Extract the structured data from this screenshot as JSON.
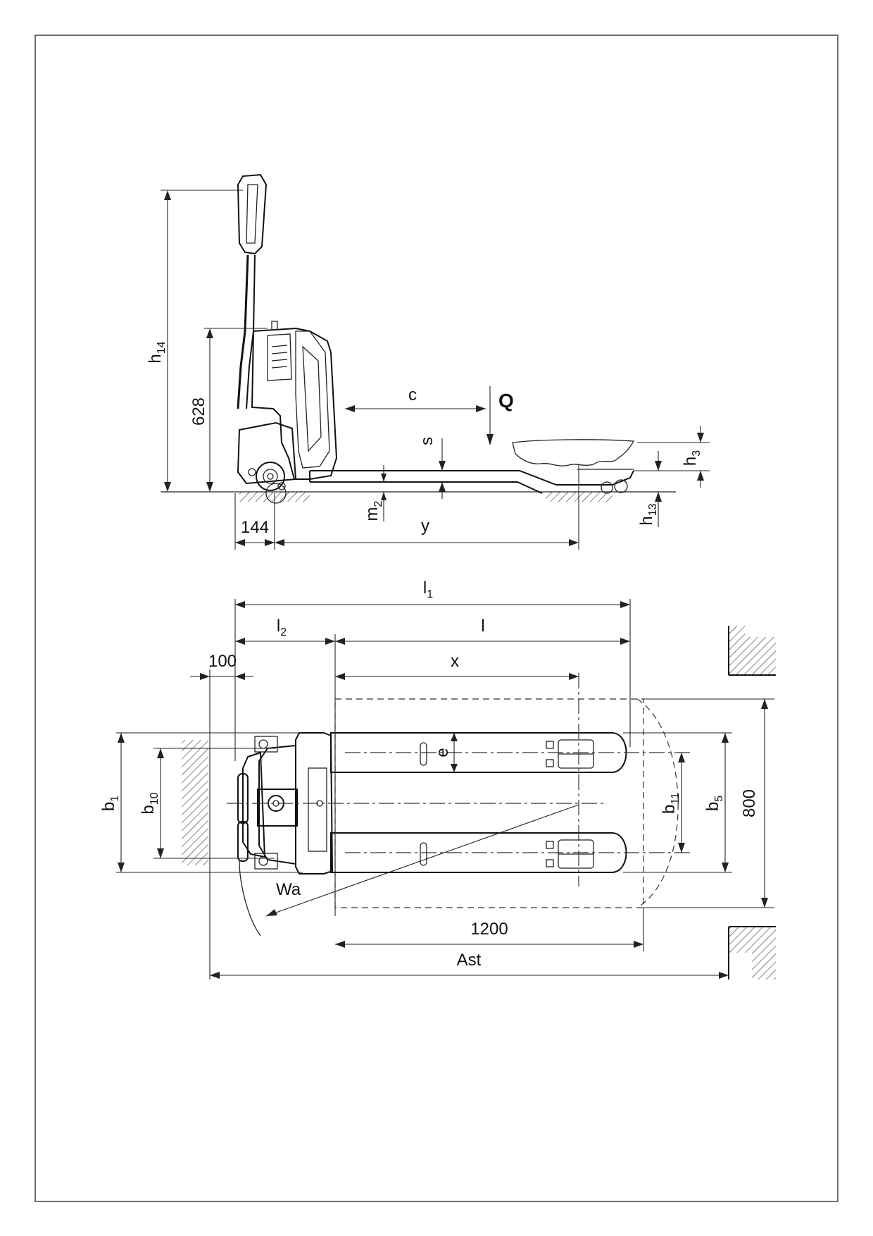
{
  "side_view": {
    "h14": {
      "main": "h",
      "sub": "14"
    },
    "dim_628": "628",
    "c": "c",
    "q": "Q",
    "s": "s",
    "h3": {
      "main": "h",
      "sub": "3"
    },
    "m2": {
      "main": "m",
      "sub": "2"
    },
    "h13": {
      "main": "h",
      "sub": "13"
    },
    "dim_144": "144",
    "y": "y"
  },
  "top_view": {
    "l1": {
      "main": "l",
      "sub": "1"
    },
    "l2": {
      "main": "l",
      "sub": "2"
    },
    "l": "l",
    "dim_100": "100",
    "x": "x",
    "e": "e",
    "b1": {
      "main": "b",
      "sub": "1"
    },
    "b10": {
      "main": "b",
      "sub": "10"
    },
    "b11": {
      "main": "b",
      "sub": "11"
    },
    "b5": {
      "main": "b",
      "sub": "5"
    },
    "dim_800": "800",
    "wa": "Wa",
    "dim_1200": "1200",
    "ast": "Ast"
  }
}
